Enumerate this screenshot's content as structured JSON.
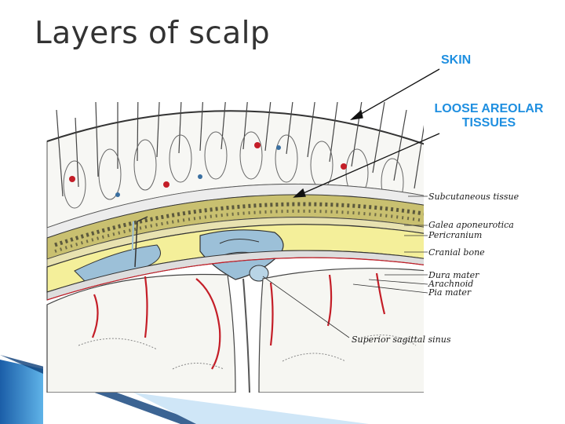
{
  "slide": {
    "title": "Layers of scalp",
    "callouts": {
      "skin": "SKIN",
      "loose_line1": "LOOSE AREOLAR",
      "loose_line2": "TISSUES"
    }
  },
  "diagram": {
    "labels": {
      "subcutaneous": "Subcutaneous tissue",
      "galea": "Galea aponeurotica",
      "pericranium": "Pericranium",
      "cranial_bone": "Cranial bone",
      "dura": "Dura mater",
      "arachnoid": "Arachnoid",
      "pia": "Pia mater",
      "sinus": "Superior sagittal sinus"
    }
  },
  "colors": {
    "accent": "#1f8fe0",
    "title": "#333333",
    "bone": "#f4ef9a",
    "sinus": "#9cc0d8",
    "vessel": "#c41e28",
    "frame_blue": "#1e6fb8"
  }
}
